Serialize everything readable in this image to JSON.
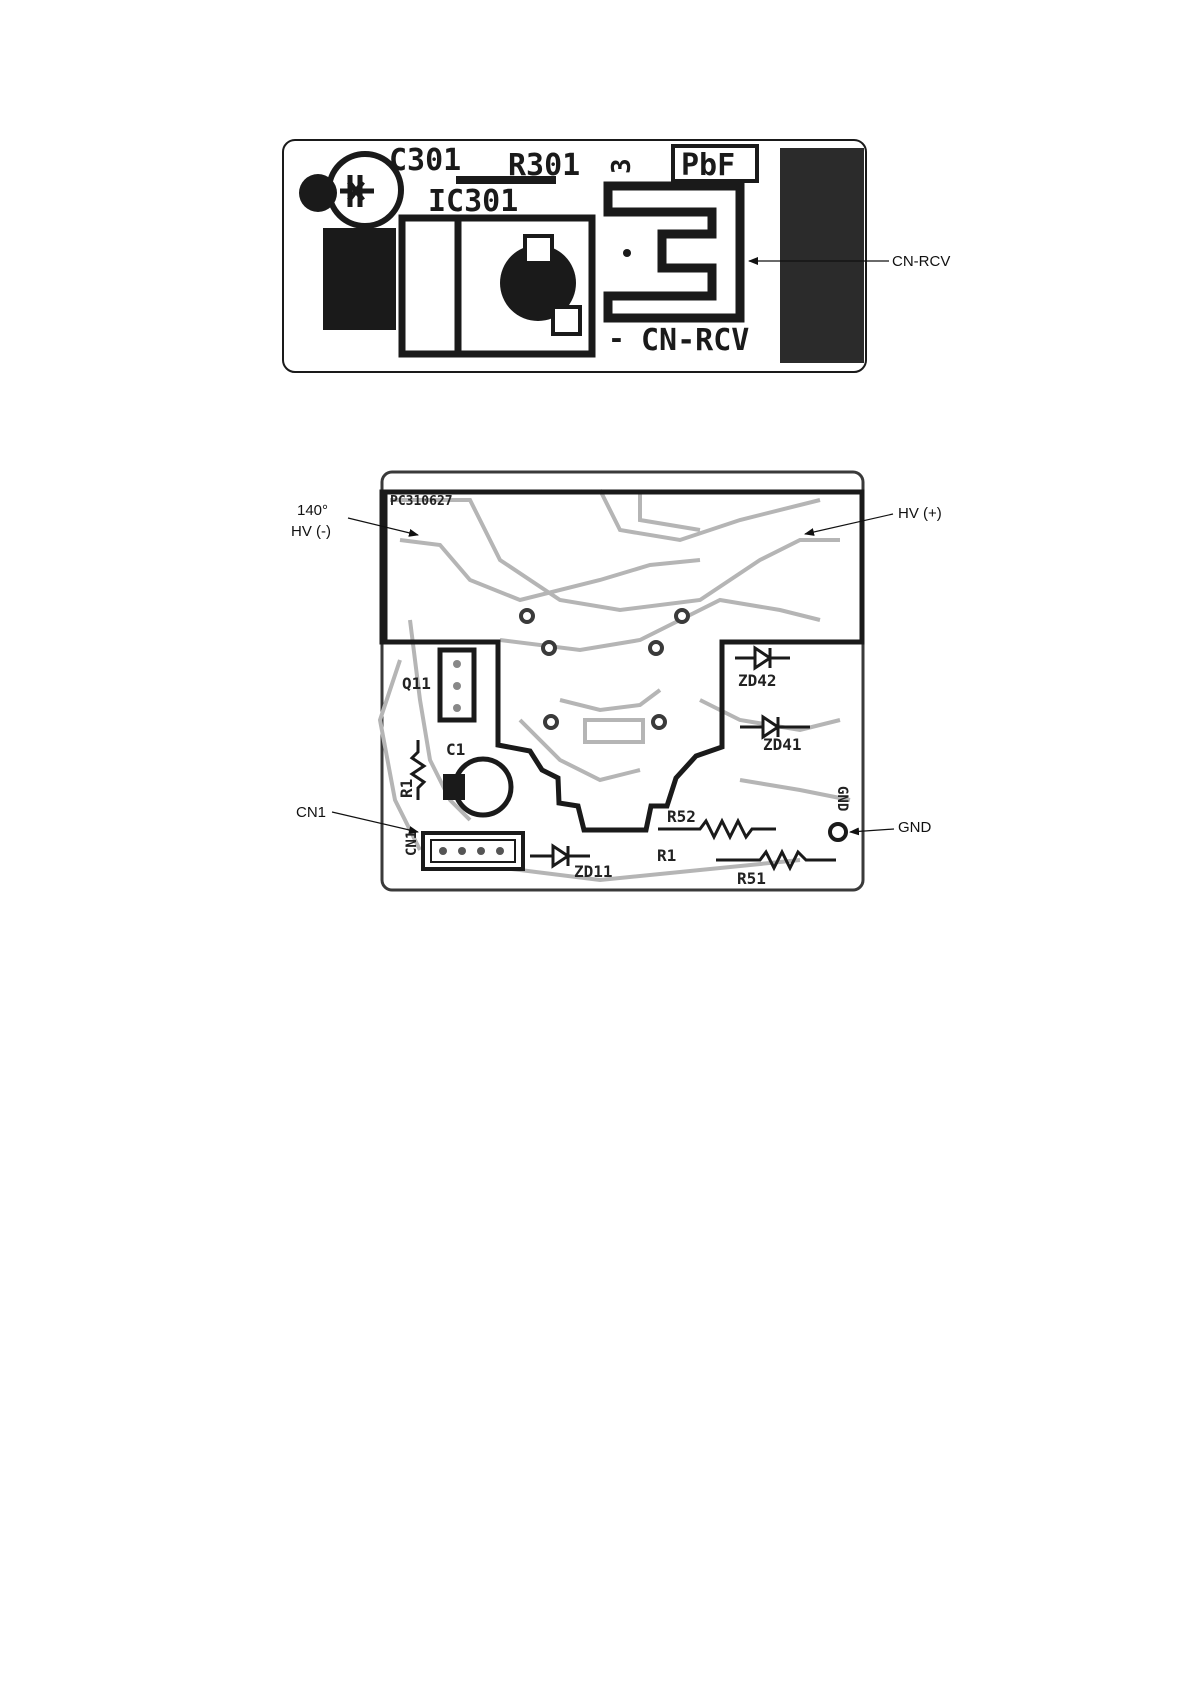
{
  "board_top": {
    "silkscreen": {
      "c301": "C301",
      "r301": "R301",
      "ic301": "IC301",
      "pin3": "3",
      "pbf": "PbF",
      "cn_rcv": "CN-RCV",
      "pin_dash": "-"
    },
    "callouts": {
      "cn_rcv": "CN-RCV"
    }
  },
  "board_bottom": {
    "silkscreen": {
      "board_code": "PC310627",
      "q11": "Q11",
      "c1": "C1",
      "r1_left": "R1",
      "cn1": "CN1",
      "zd42": "ZD42",
      "zd41": "ZD41",
      "zd11": "ZD11",
      "r52": "R52",
      "r1_bottom": "R1",
      "r51": "R51",
      "gnd": "GND"
    },
    "callouts": {
      "angle": "140°",
      "hv_minus": "HV (-)",
      "hv_plus": "HV (+)",
      "cn1": "CN1",
      "gnd": "GND"
    }
  },
  "colors": {
    "ink": "#1a1a1a",
    "trace": "#b5b5b5",
    "fill": "#2b2b2b",
    "background": "#ffffff"
  }
}
